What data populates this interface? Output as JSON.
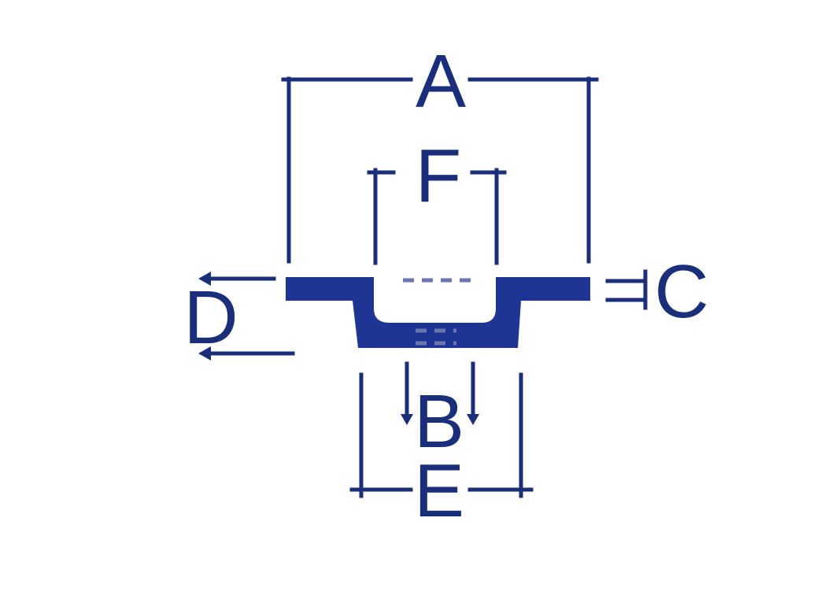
{
  "colors": {
    "line": "#1a2e7a",
    "part_fill": "#1f3594",
    "background": "#ffffff"
  },
  "labels": {
    "a": "A",
    "b": "B",
    "c": "C",
    "d": "D",
    "e": "E",
    "f": "F"
  }
}
